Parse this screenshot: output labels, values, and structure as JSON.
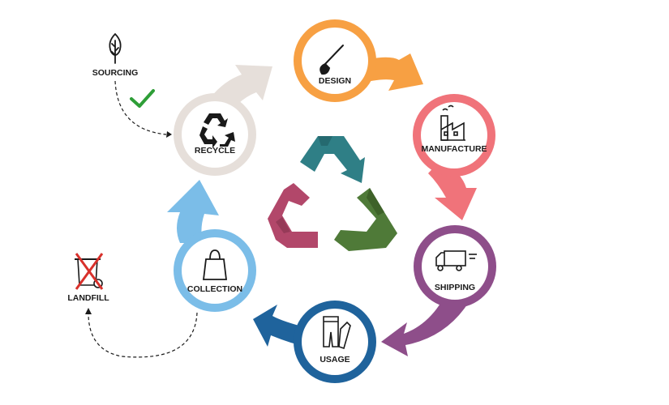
{
  "stages": [
    {
      "key": "design",
      "label": "DESIGN",
      "icon": "paintbrush-icon",
      "color": "#F7A043"
    },
    {
      "key": "manufacture",
      "label": "MANUFACTURE",
      "icon": "factory-icon",
      "color": "#F0737A"
    },
    {
      "key": "shipping",
      "label": "SHIPPING",
      "icon": "delivery-truck-icon",
      "color": "#8E4E8A"
    },
    {
      "key": "usage",
      "label": "USAGE",
      "icon": "jeans-icon",
      "color": "#1F639C"
    },
    {
      "key": "collection",
      "label": "COLLECTION",
      "icon": "shopping-bag-icon",
      "color": "#7BBDE8"
    },
    {
      "key": "recycle",
      "label": "RECYCLE",
      "icon": "recycle-icon",
      "color": "#E6DFDA"
    }
  ],
  "sourcing": {
    "label": "SOURCING",
    "icon": "leaf-icon",
    "status_icon": "green-checkmark-icon"
  },
  "landfill": {
    "label": "LANDFILL",
    "icon": "crossed-out-bin-icon"
  },
  "center": {
    "icon": "denim-recycle-symbol-icon",
    "colors": [
      "#2F7F86",
      "#B2476A",
      "#4F7A38"
    ]
  }
}
